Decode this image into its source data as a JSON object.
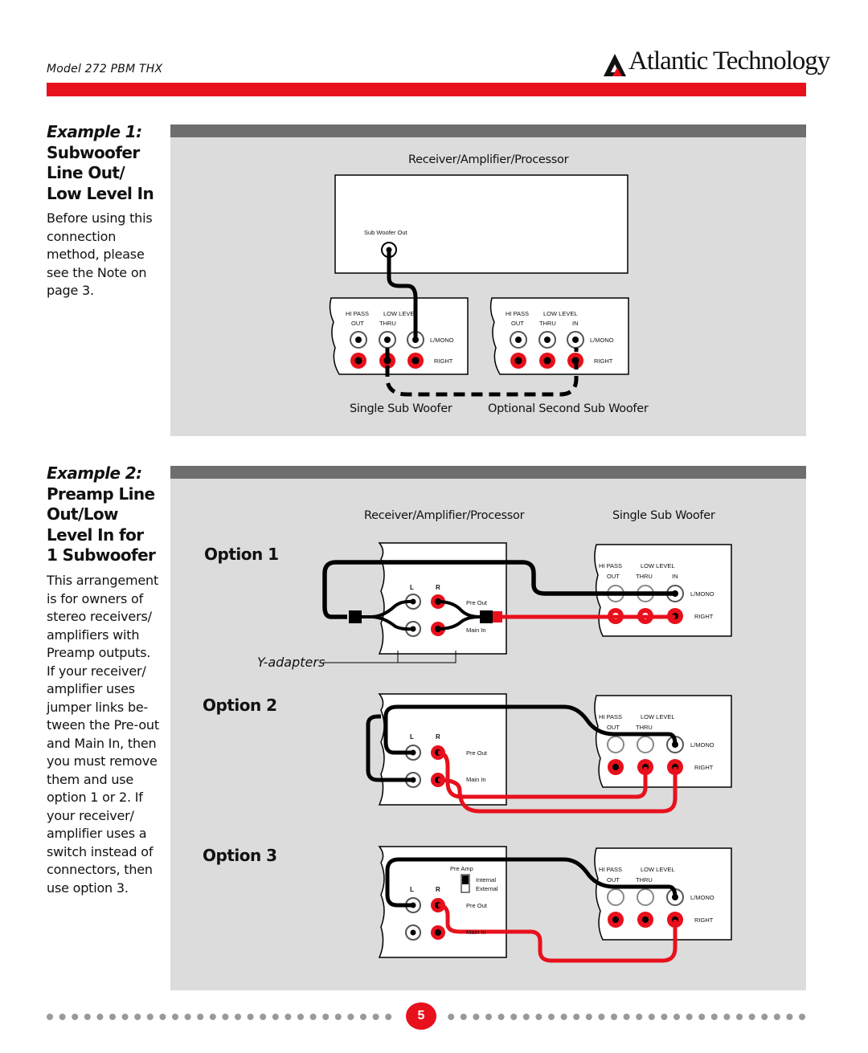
{
  "header": {
    "model": "Model 272 PBM THX",
    "brand": "Atlantic Technology",
    "accent_color": "#e8101c"
  },
  "example1": {
    "title_prefix": "Example 1:",
    "title_lines": [
      "Subwoofer",
      "Line Out/",
      "Low Level In"
    ],
    "body_lines": [
      "Before using this",
      "connection",
      "method, please",
      "see the Note on",
      "page 3."
    ],
    "diagram": {
      "receiver_label": "Receiver/Amplifier/Processor",
      "sub_out_label": "Sub Woofer Out",
      "unit_headers": [
        "HI PASS",
        "LOW LEVEL"
      ],
      "unit_cols": [
        "OUT",
        "THRU",
        "IN"
      ],
      "row_labels": [
        "L/MONO",
        "RIGHT"
      ],
      "caption_left": "Single Sub Woofer",
      "caption_right": "Optional Second Sub Woofer"
    }
  },
  "example2": {
    "title_prefix": "Example 2:",
    "title_lines": [
      "Preamp Line",
      "Out/Low",
      "Level In for",
      "1 Subwoofer"
    ],
    "body_lines": [
      "This arrangement",
      "is for owners of",
      "stereo receivers/",
      "amplifiers with",
      "Preamp outputs.",
      "If your receiver/",
      "amplifier uses",
      "jumper links be-",
      "tween the Pre-out",
      "and Main In, then",
      "you must remove",
      "them and use",
      "option 1 or 2. If",
      "your receiver/",
      "amplifier uses a",
      "switch instead of",
      "connectors, then",
      "use option 3."
    ],
    "diagram": {
      "receiver_label": "Receiver/Amplifier/Processor",
      "sub_label": "Single Sub Woofer",
      "options": [
        "Option 1",
        "Option 2",
        "Option 3"
      ],
      "y_adapters": "Y-adapters",
      "lr": [
        "L",
        "R"
      ],
      "pre_out": "Pre Out",
      "main_in": "Main In",
      "pre_amp": "Pre Amp",
      "internal": "Internal",
      "external": "External"
    }
  },
  "footer": {
    "page_number": "5"
  }
}
